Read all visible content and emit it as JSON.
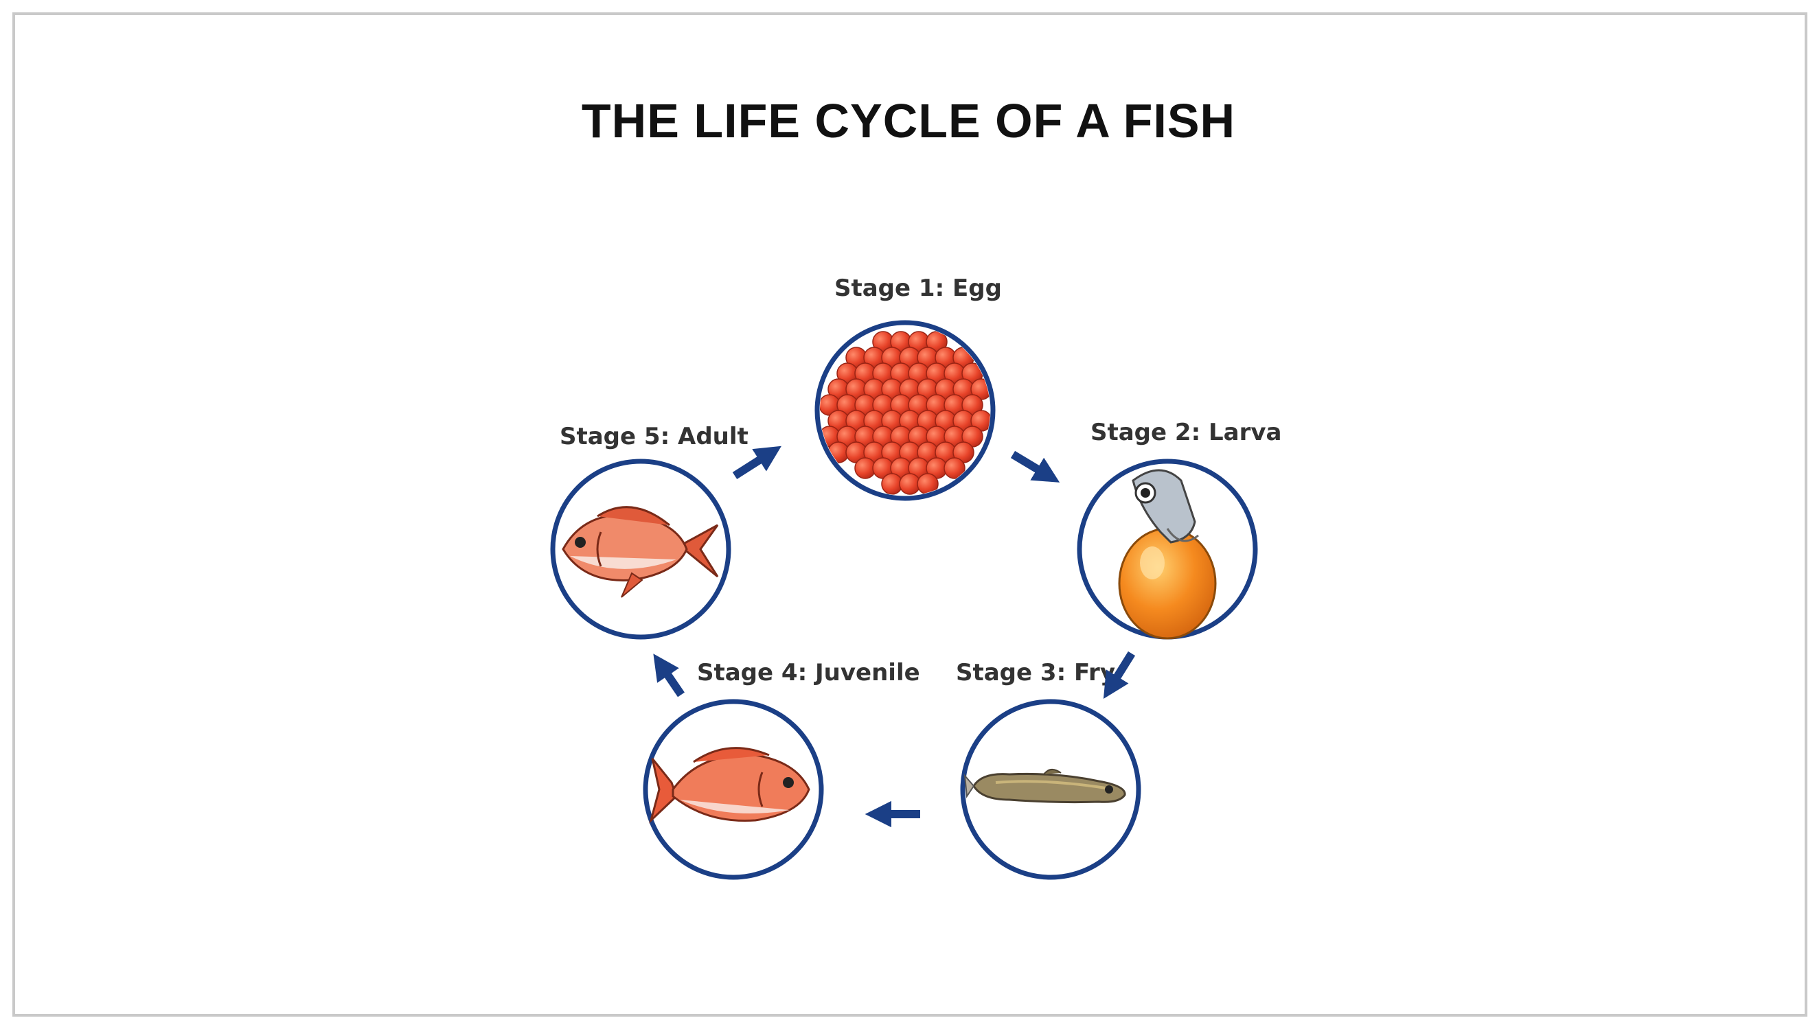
{
  "title": "THE LIFE CYCLE OF A FISH",
  "stages": [
    {
      "label": "Stage 1: Egg",
      "icon": "eggs-icon"
    },
    {
      "label": "Stage 2: Larva",
      "icon": "larva-icon"
    },
    {
      "label": "Stage 3: Fry",
      "icon": "fry-icon"
    },
    {
      "label": "Stage 4: Juvenile",
      "icon": "juvenile-fish-icon"
    },
    {
      "label": "Stage 5: Adult",
      "icon": "adult-fish-icon"
    }
  ],
  "colors": {
    "circle": "#1b3f86",
    "arrow": "#1b3f86",
    "egg": "#e8442a",
    "fish": "#e85b3a",
    "larva_yolk": "#f58a1f",
    "fry": "#8a7a55"
  }
}
